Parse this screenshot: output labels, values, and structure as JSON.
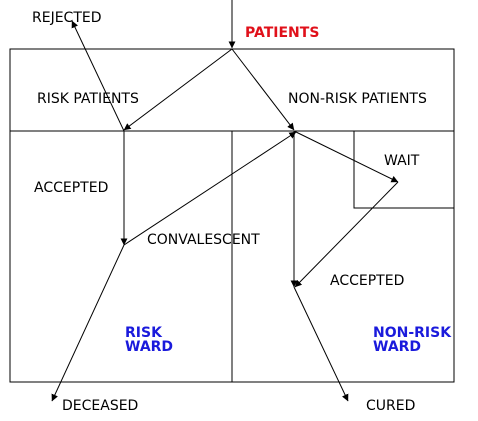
{
  "labels": {
    "patients": "PATIENTS",
    "rejected": "REJECTED",
    "risk_patients": "RISK PATIENTS",
    "non_risk_patients": "NON-RISK PATIENTS",
    "wait": "WAIT",
    "accepted_left": "ACCEPTED",
    "convalescent": "CONVALESCENT",
    "accepted_right": "ACCEPTED",
    "risk_ward_line1": "RISK",
    "risk_ward_line2": "WARD",
    "non_risk_ward_line1": "NON-RISK",
    "non_risk_ward_line2": "WARD",
    "deceased": "DECEASED",
    "cured": "CURED"
  },
  "colors": {
    "patients": "#e0101a",
    "ward": "#1a1adc",
    "line": "#000000"
  }
}
